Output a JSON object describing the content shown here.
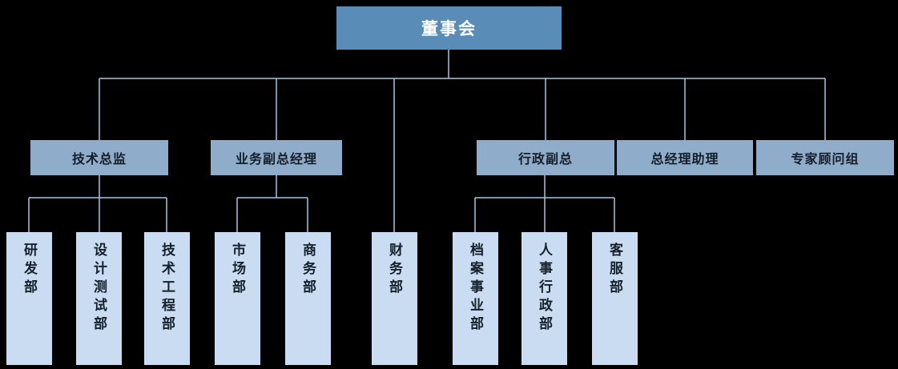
{
  "org_chart": {
    "title": "organization-chart",
    "root": {
      "label": "董事会"
    },
    "level2": [
      {
        "label": "技术总监",
        "parent": "董事会"
      },
      {
        "label": "业务副总经理",
        "parent": "董事会"
      },
      {
        "label": "行政副总",
        "parent": "董事会"
      },
      {
        "label": "总经理助理",
        "parent": "董事会"
      },
      {
        "label": "专家顾问组",
        "parent": "董事会"
      }
    ],
    "level3": [
      {
        "label": "研发部",
        "parent": "技术总监"
      },
      {
        "label": "设计测试部",
        "parent": "技术总监"
      },
      {
        "label": "技术工程部",
        "parent": "技术总监"
      },
      {
        "label": "市场部",
        "parent": "业务副总经理"
      },
      {
        "label": "商务部",
        "parent": "业务副总经理"
      },
      {
        "label": "财务部",
        "parent": "董事会"
      },
      {
        "label": "档案事业部",
        "parent": "行政副总"
      },
      {
        "label": "人事行政部",
        "parent": "行政副总"
      },
      {
        "label": "客服部",
        "parent": "行政副总"
      }
    ],
    "colors": {
      "background": "#000000",
      "root_fill": "#5a8cb8",
      "level2_fill": "#8fadca",
      "level3_fill": "#c9dcf1",
      "connector": "#a8c6e0",
      "root_text": "#ffffff",
      "node_text": "#16202b"
    }
  }
}
